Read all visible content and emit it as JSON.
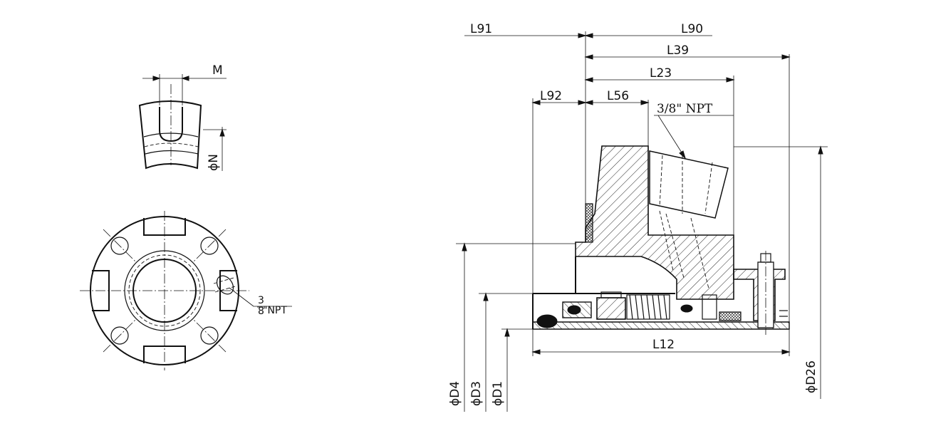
{
  "labels": {
    "L91": "L91",
    "L90": "L90",
    "L39": "L39",
    "L23": "L23",
    "L92": "L92",
    "L56": "L56",
    "NPT_port": "3/8\" NPT",
    "L12": "L12",
    "D4": "ϕD4",
    "D3": "ϕD3",
    "D1": "ϕD1",
    "D26": "ϕD26",
    "M": "M",
    "N": "ϕN",
    "npt_small_num": "3",
    "npt_small_den": "8",
    "npt_small_text": "\"NPT"
  }
}
